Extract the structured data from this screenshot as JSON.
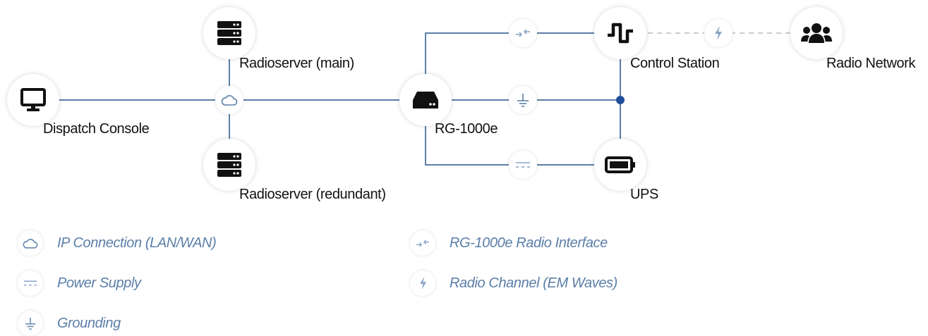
{
  "nodes": {
    "dispatch_console": "Dispatch Console",
    "radioserver_main": "Radioserver (main)",
    "radioserver_redundant": "Radioserver (redundant)",
    "rg1000e": "RG-1000e",
    "control_station": "Control Station",
    "radio_network": "Radio Network",
    "ups": "UPS"
  },
  "legend": {
    "ip_connection": "IP Connection (LAN/WAN)",
    "power_supply": "Power Supply",
    "grounding": "Grounding",
    "radio_interface": "RG-1000e Radio Interface",
    "radio_channel": "Radio Channel (EM Waves)"
  },
  "colors": {
    "line": "#5b7ea8",
    "line_dashed": "#c8ccd2",
    "junction": "#1f4f9a",
    "icon": "#111111",
    "legend_text": "#5b7ea8"
  },
  "icons": {
    "dispatch_console": "monitor-icon",
    "radioserver": "server-icon",
    "rg1000e": "router-device-icon",
    "control_station": "square-wave-icon",
    "radio_network": "users-group-icon",
    "ups": "battery-icon",
    "ip_connection": "cloud-icon",
    "power_supply": "dc-power-icon",
    "grounding": "ground-icon",
    "radio_interface": "bidirectional-arrows-icon",
    "radio_channel": "lightning-bolt-icon"
  }
}
